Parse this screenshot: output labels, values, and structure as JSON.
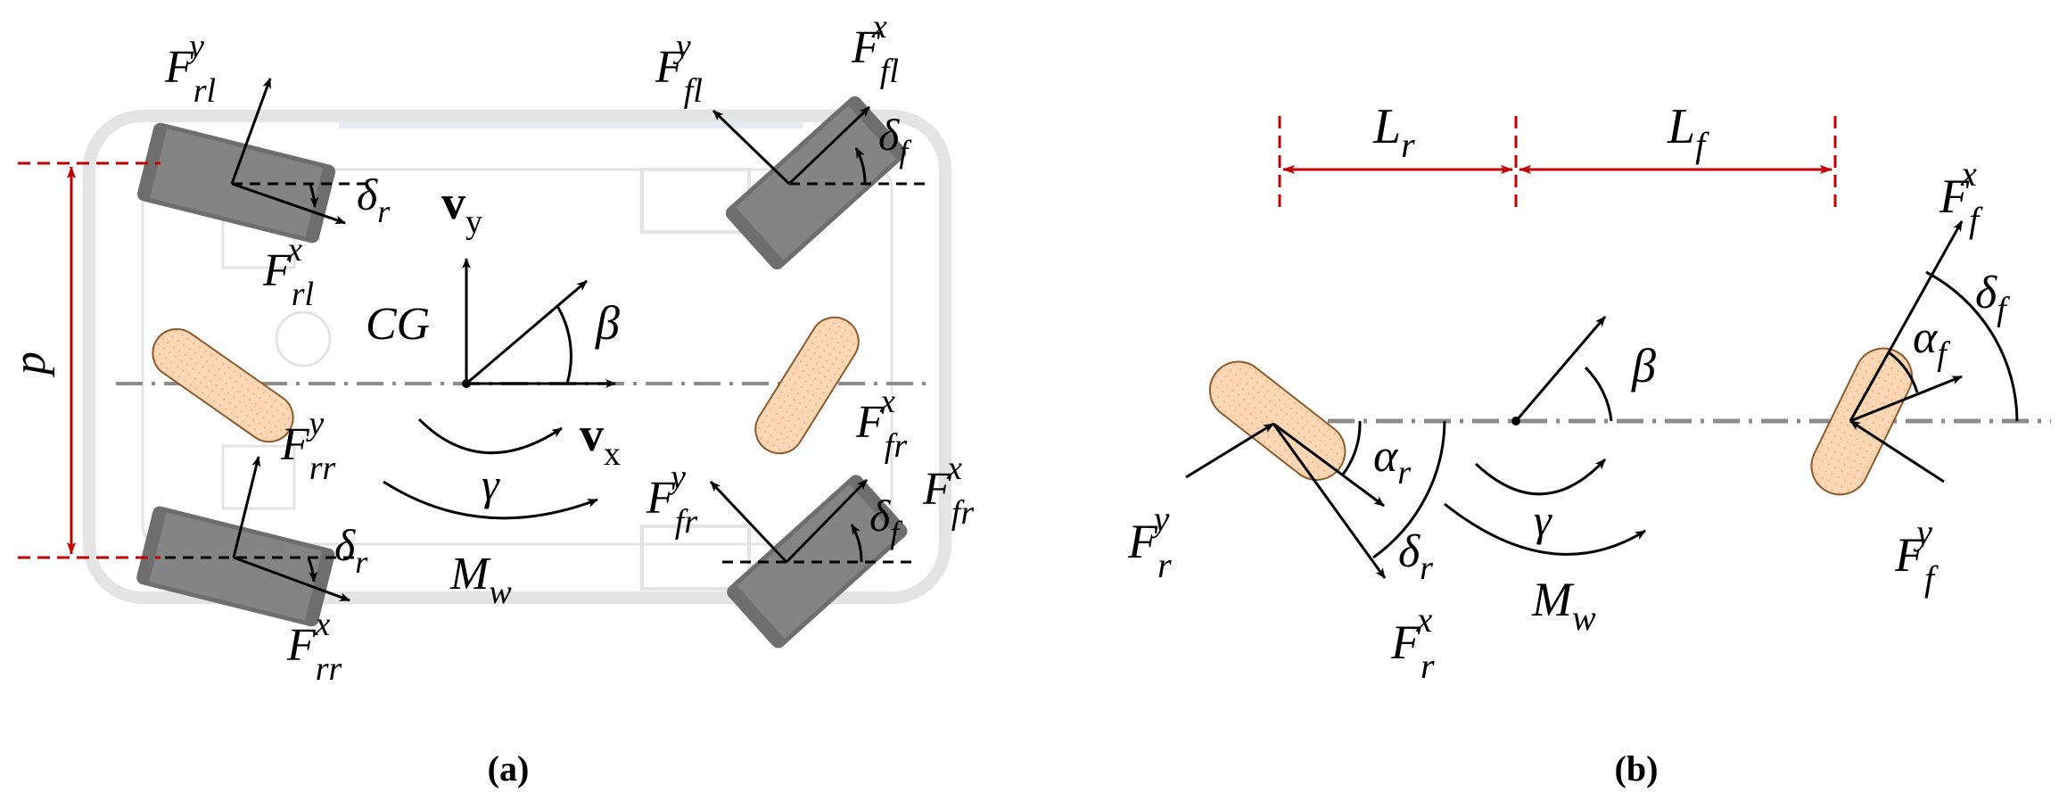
{
  "colors": {
    "arrow": "#000000",
    "dimension": "#c00000",
    "centerline": "#8c8c8c",
    "body_fill": "#fbd7b5",
    "body_stroke": "#8c5a2c",
    "wheel": "#6e6e6e",
    "chassis_ghost": "#e4e4e4"
  },
  "panel_a": {
    "caption": "(a)",
    "labels": {
      "F_rl_y": {
        "base": "F",
        "sub": "rl",
        "sup": "y"
      },
      "F_rl_x": {
        "base": "F",
        "sub": "rl",
        "sup": "x"
      },
      "F_fl_y": {
        "base": "F",
        "sub": "fl",
        "sup": "y"
      },
      "F_fl_x": {
        "base": "F",
        "sub": "fl",
        "sup": "x"
      },
      "F_rr_y": {
        "base": "F",
        "sub": "rr",
        "sup": "y"
      },
      "F_rr_x": {
        "base": "F",
        "sub": "rr",
        "sup": "x"
      },
      "F_fr_y": {
        "base": "F",
        "sub": "fr",
        "sup": "y"
      },
      "F_fr_x_top": {
        "base": "F",
        "sub": "fr",
        "sup": "x"
      },
      "F_fr_x_right": {
        "base": "F",
        "sub": "fr",
        "sup": "x"
      },
      "delta_r_top": {
        "base": "δ",
        "sub": "r"
      },
      "delta_r_bottom": {
        "base": "δ",
        "sub": "r"
      },
      "delta_f_top": {
        "base": "δ",
        "sub": "f"
      },
      "delta_f_bottom": {
        "base": "δ",
        "sub": "f"
      },
      "v_y": {
        "base": "v",
        "sub": "y"
      },
      "v_x": {
        "base": "v",
        "sub": "x"
      },
      "cg": "CG",
      "beta": "β",
      "gamma": "γ",
      "M_w": {
        "base": "M",
        "sub": "w"
      },
      "p": "p"
    }
  },
  "panel_b": {
    "caption": "(b)",
    "labels": {
      "L_r": {
        "base": "L",
        "sub": "r"
      },
      "L_f": {
        "base": "L",
        "sub": "f"
      },
      "F_f_x": {
        "base": "F",
        "sub": "f",
        "sup": "x"
      },
      "F_f_y": {
        "base": "F",
        "sub": "f",
        "sup": "y"
      },
      "F_r_x": {
        "base": "F",
        "sub": "r",
        "sup": "x"
      },
      "F_r_y": {
        "base": "F",
        "sub": "r",
        "sup": "y"
      },
      "delta_f": {
        "base": "δ",
        "sub": "f"
      },
      "delta_r": {
        "base": "δ",
        "sub": "r"
      },
      "alpha_f": {
        "base": "α",
        "sub": "f"
      },
      "alpha_r": {
        "base": "α",
        "sub": "r"
      },
      "beta": "β",
      "gamma": "γ",
      "M_w": {
        "base": "M",
        "sub": "w"
      }
    }
  }
}
